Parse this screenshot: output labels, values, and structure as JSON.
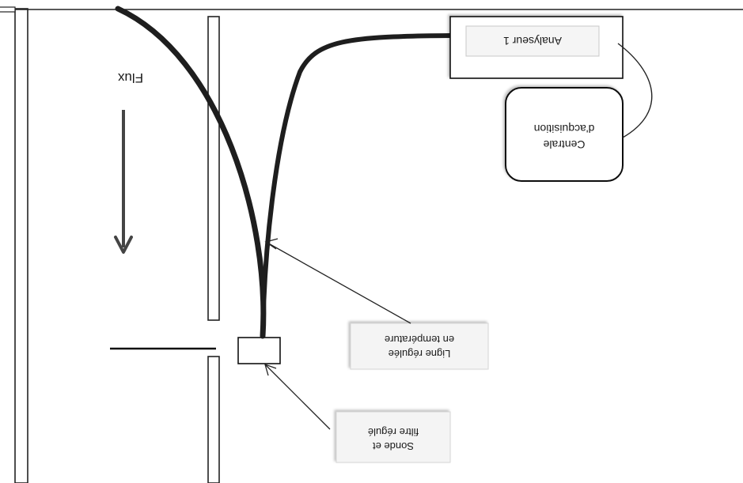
{
  "diagram": {
    "orientation": "rotated 180 degrees",
    "flow_label": "Flux",
    "analyzer_label": "Analyseur 1",
    "acquisition_unit_label": [
      "Centrale",
      "d'acquisition"
    ],
    "heated_line_label": [
      "Ligne régulée",
      "en température"
    ],
    "probe_label": [
      "Sonde et",
      "filtre régulé"
    ]
  }
}
